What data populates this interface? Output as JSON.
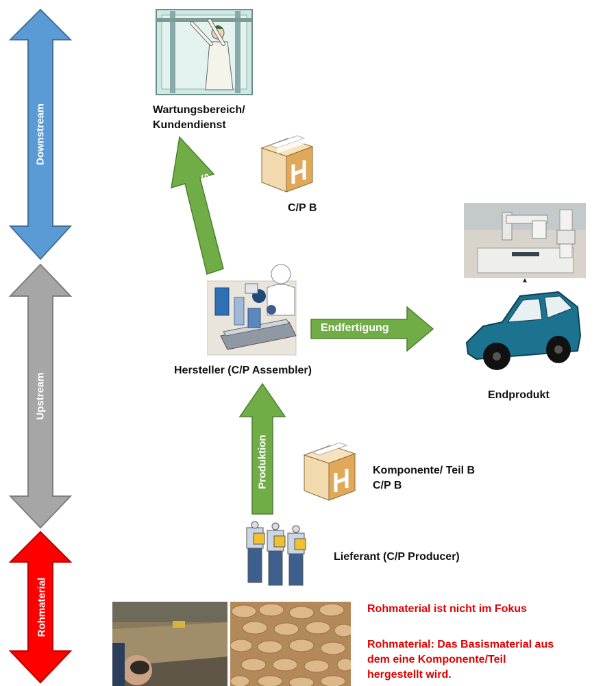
{
  "phases": {
    "downstream": "Downstream",
    "upstream": "Upstream",
    "raw": "Rohmaterial"
  },
  "flows": {
    "service": "Servicecenter",
    "final": "Endfertigung",
    "production": "Produktion"
  },
  "nodes": {
    "maintenance_line1": "Wartungsbereich/",
    "maintenance_line2": "Kundendienst",
    "cp_b": "C/P B",
    "manufacturer": "Hersteller (C/P Assembler)",
    "end_product": "Endprodukt",
    "component_line1": "Komponente/ Teil B",
    "component_line2": "C/P B",
    "supplier": "Lieferant (C/P Producer)"
  },
  "notes": {
    "focus": "Rohmaterial ist nicht im Fokus",
    "def_line1": "Rohmaterial: Das Basismaterial aus",
    "def_line2": "dem eine Komponente/Teil",
    "def_line3": "hergestellt wird."
  },
  "colors": {
    "downstream": "#5b9bd5",
    "upstream": "#a6a6a6",
    "raw": "#ff0000",
    "flow_arrow": "#70ad47",
    "note_text": "#e00000"
  }
}
